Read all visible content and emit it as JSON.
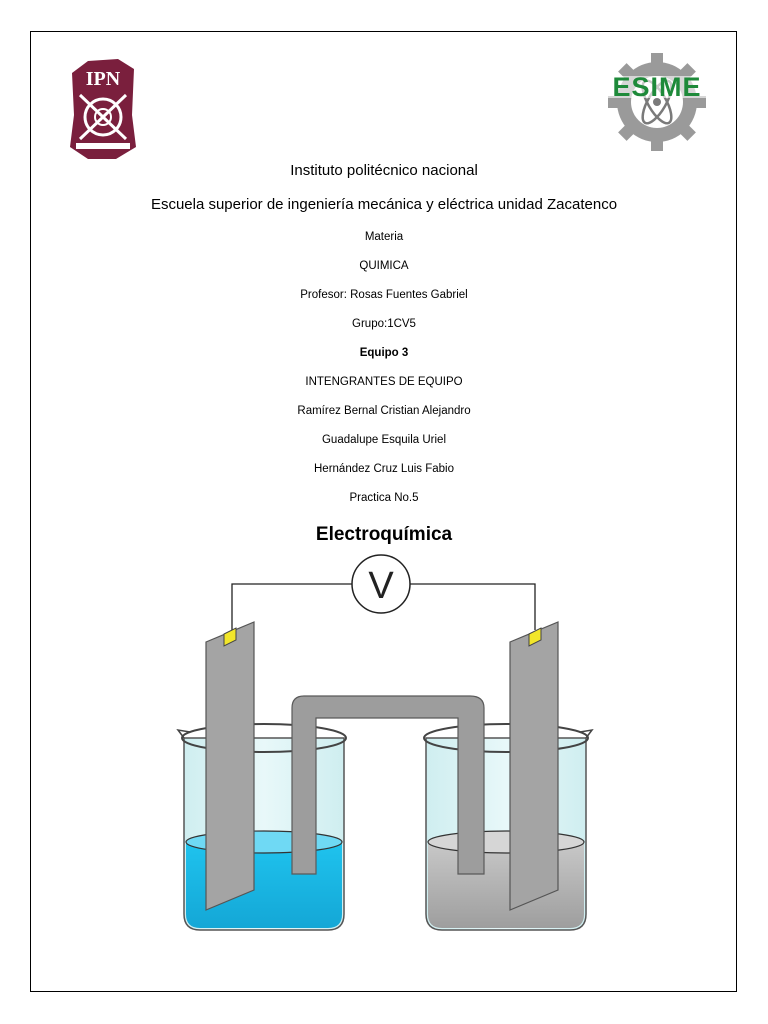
{
  "header": {
    "institute": "Instituto politécnico nacional",
    "school": "Escuela superior de ingeniería mecánica y eléctrica unidad Zacatenco"
  },
  "logos": {
    "left_text": "IPN",
    "left_color": "#7a1f3d",
    "right_text": "ESIME",
    "right_color": "#1e8a3a"
  },
  "details": {
    "materia_label": "Materia",
    "subject": "QUIMICA",
    "professor": "Profesor: Rosas Fuentes Gabriel",
    "group": "Grupo:1CV5",
    "team": "Equipo 3",
    "members_heading": "INTENGRANTES DE EQUIPO",
    "members": [
      "Ramírez Bernal Cristian Alejandro",
      "Guadalupe Esquila Uriel",
      "Hernández Cruz Luis Fabio"
    ],
    "practice": "Practica No.5"
  },
  "title": "Electroquímica",
  "diagram": {
    "voltmeter_label": "V",
    "electrolyte_left_color": "#1fc3ee",
    "electrolyte_right_color": "#b8b8b8"
  }
}
